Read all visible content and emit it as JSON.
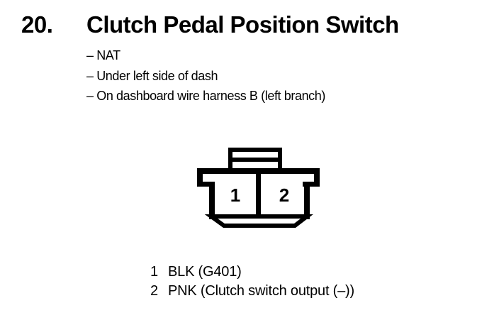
{
  "colors": {
    "ink": "#000000",
    "paper": "#ffffff"
  },
  "header": {
    "item_number": "20.",
    "title": "Clutch Pedal Position Switch"
  },
  "location_notes": [
    "– NAT",
    "– Under left side of dash",
    "– On dashboard wire harness B (left branch)"
  ],
  "connector": {
    "cavity_labels": [
      "1",
      "2"
    ]
  },
  "pinout": [
    {
      "pin": "1",
      "description": "BLK (G401)"
    },
    {
      "pin": "2",
      "description": "PNK (Clutch switch output (–))"
    }
  ]
}
